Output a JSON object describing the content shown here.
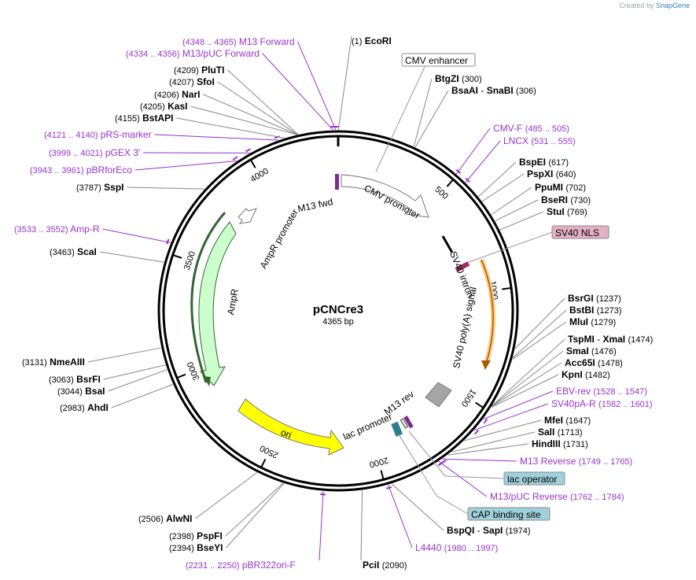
{
  "credit": {
    "prefix": "Created by",
    "brand": "SnapGene"
  },
  "plasmid": {
    "name": "pCNCre3",
    "length_label": "4365 bp",
    "length": 4365
  },
  "ticks": [
    "500",
    "1000",
    "1500",
    "2000",
    "2500",
    "3000",
    "3500",
    "4000"
  ],
  "colors": {
    "enzyme": "#000000",
    "primer": "#9932cc",
    "ampr": "#ccffcc",
    "ampr_border": "#336633",
    "ori": "#ffff00",
    "sv40_polyA": "#999999",
    "cmv_promoter": "#ffffff",
    "sv40_intron_highlight": "#ffc880",
    "sv40_nls_box": "#e6b0c4",
    "lac_operator_box": "#9fd1dc",
    "cap_box": "#9fd1dc"
  },
  "features": {
    "m13_fwd": "M13 fwd",
    "cmv_promoter": "CMV promoter",
    "sv40_intron": "SV40 intron",
    "sv40_polyA": "SV40 poly(A) signal",
    "m13_rev": "M13 rev",
    "lac_promoter": "lac promoter",
    "ori": "ori",
    "ampr": "AmpR",
    "ampr_promoter": "AmpR promoter"
  },
  "boxed_features": {
    "cmv_enhancer": "CMV enhancer",
    "sv40_nls": "SV40 NLS",
    "lac_operator": "lac operator",
    "cap_site": "CAP binding site"
  },
  "sites": [
    {
      "kind": "enzyme",
      "name": "EcoRI",
      "pos": "(1)",
      "bp": 1
    },
    {
      "kind": "enzyme",
      "name": "BtgZI",
      "pos": "(300)",
      "bp": 300
    },
    {
      "kind": "enzyme",
      "name": "BsaAI",
      "name2": "SnaBI",
      "pos": "(306)",
      "bp": 306
    },
    {
      "kind": "primer",
      "name": "CMV-F",
      "pos": "(485 .. 505)",
      "bp": 495
    },
    {
      "kind": "primer",
      "name": "LNCX",
      "pos": "(531 .. 555)",
      "bp": 543
    },
    {
      "kind": "enzyme",
      "name": "BspEI",
      "pos": "(617)",
      "bp": 617
    },
    {
      "kind": "enzyme",
      "name": "PspXI",
      "pos": "(640)",
      "bp": 640
    },
    {
      "kind": "enzyme",
      "name": "PpuMI",
      "pos": "(702)",
      "bp": 702
    },
    {
      "kind": "enzyme",
      "name": "BseRI",
      "pos": "(730)",
      "bp": 730
    },
    {
      "kind": "enzyme",
      "name": "StuI",
      "pos": "(769)",
      "bp": 769
    },
    {
      "kind": "enzyme",
      "name": "BsrGI",
      "pos": "(1237)",
      "bp": 1237
    },
    {
      "kind": "enzyme",
      "name": "BstBI",
      "pos": "(1273)",
      "bp": 1273
    },
    {
      "kind": "enzyme",
      "name": "MluI",
      "pos": "(1279)",
      "bp": 1279
    },
    {
      "kind": "enzyme",
      "name": "TspMI",
      "name2": "XmaI",
      "pos": "(1474)",
      "bp": 1474
    },
    {
      "kind": "enzyme",
      "name": "SmaI",
      "pos": "(1476)",
      "bp": 1476
    },
    {
      "kind": "enzyme",
      "name": "Acc65I",
      "pos": "(1478)",
      "bp": 1478
    },
    {
      "kind": "enzyme",
      "name": "KpnI",
      "pos": "(1482)",
      "bp": 1482
    },
    {
      "kind": "primer",
      "name": "EBV-rev",
      "pos": "(1528 .. 1547)",
      "bp": 1537
    },
    {
      "kind": "primer",
      "name": "SV40pA-R",
      "pos": "(1582 .. 1601)",
      "bp": 1591
    },
    {
      "kind": "enzyme",
      "name": "MfeI",
      "pos": "(1647)",
      "bp": 1647
    },
    {
      "kind": "enzyme",
      "name": "SalI",
      "pos": "(1713)",
      "bp": 1713
    },
    {
      "kind": "enzyme",
      "name": "HindIII",
      "pos": "(1731)",
      "bp": 1731
    },
    {
      "kind": "primer",
      "name": "M13 Reverse",
      "pos": "(1749 .. 1765)",
      "bp": 1757
    },
    {
      "kind": "primer",
      "name": "M13/pUC Reverse",
      "pos": "(1762 .. 1784)",
      "bp": 1773
    },
    {
      "kind": "enzyme",
      "name": "BspQI",
      "name2": "SapI",
      "pos": "(1974)",
      "bp": 1974
    },
    {
      "kind": "primer",
      "name": "L4440",
      "pos": "(1980 .. 1997)",
      "bp": 1988
    },
    {
      "kind": "enzyme",
      "name": "PciI",
      "pos": "(2090)",
      "bp": 2090
    },
    {
      "kind": "primer",
      "name": "pBR322ori-F",
      "pos": "(2231 .. 2250)",
      "bp": 2240
    },
    {
      "kind": "enzyme",
      "name": "BseYI",
      "pos": "(2394)",
      "bp": 2394
    },
    {
      "kind": "enzyme",
      "name": "PspFI",
      "pos": "(2398)",
      "bp": 2398
    },
    {
      "kind": "enzyme",
      "name": "AlwNI",
      "pos": "(2506)",
      "bp": 2506
    },
    {
      "kind": "enzyme",
      "name": "AhdI",
      "pos": "(2983)",
      "bp": 2983
    },
    {
      "kind": "enzyme",
      "name": "BsaI",
      "pos": "(3044)",
      "bp": 3044
    },
    {
      "kind": "enzyme",
      "name": "BsrFI",
      "pos": "(3063)",
      "bp": 3063
    },
    {
      "kind": "enzyme",
      "name": "NmeAIII",
      "pos": "(3131)",
      "bp": 3131
    },
    {
      "kind": "enzyme",
      "name": "ScaI",
      "pos": "(3463)",
      "bp": 3463
    },
    {
      "kind": "primer",
      "name": "Amp-R",
      "pos": "(3533 .. 3552)",
      "bp": 3542
    },
    {
      "kind": "enzyme",
      "name": "SspI",
      "pos": "(3787)",
      "bp": 3787
    },
    {
      "kind": "primer",
      "name": "pBRforEco",
      "pos": "(3943 .. 3961)",
      "bp": 3952
    },
    {
      "kind": "primer",
      "name": "pGEX 3'",
      "pos": "(3999 .. 4021)",
      "bp": 4010
    },
    {
      "kind": "primer",
      "name": "pRS-marker",
      "pos": "(4121 .. 4140)",
      "bp": 4130
    },
    {
      "kind": "enzyme",
      "name": "BstAPI",
      "pos": "(4155)",
      "bp": 4155
    },
    {
      "kind": "enzyme",
      "name": "KasI",
      "pos": "(4205)",
      "bp": 4205
    },
    {
      "kind": "enzyme",
      "name": "NarI",
      "pos": "(4206)",
      "bp": 4206
    },
    {
      "kind": "enzyme",
      "name": "SfoI",
      "pos": "(4207)",
      "bp": 4207
    },
    {
      "kind": "enzyme",
      "name": "PluTI",
      "pos": "(4209)",
      "bp": 4209
    },
    {
      "kind": "primer",
      "name": "M13/pUC Forward",
      "pos": "(4334 .. 4356)",
      "bp": 4345
    },
    {
      "kind": "primer",
      "name": "M13 Forward",
      "pos": "(4348 .. 4365)",
      "bp": 4356
    }
  ]
}
